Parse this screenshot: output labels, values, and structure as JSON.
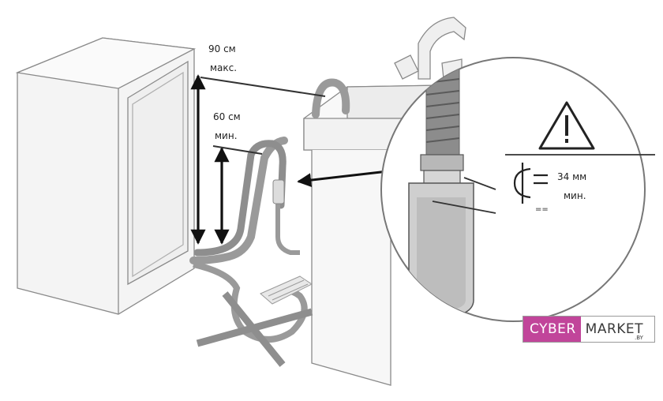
{
  "labels": {
    "max_height": "90 см",
    "max_suffix": "макс.",
    "min_height": "60 см",
    "min_suffix": "мин.",
    "gap_value": "34 мм",
    "gap_suffix": "мин.",
    "equals_mark": "=="
  },
  "logo": {
    "part1": "CYBER",
    "part2": "MARKET",
    "domain": ".BY",
    "accent_color": "#c1459a"
  },
  "icons": {
    "warning": "warning-triangle-icon",
    "forbidden": "cross-mark-icon"
  }
}
